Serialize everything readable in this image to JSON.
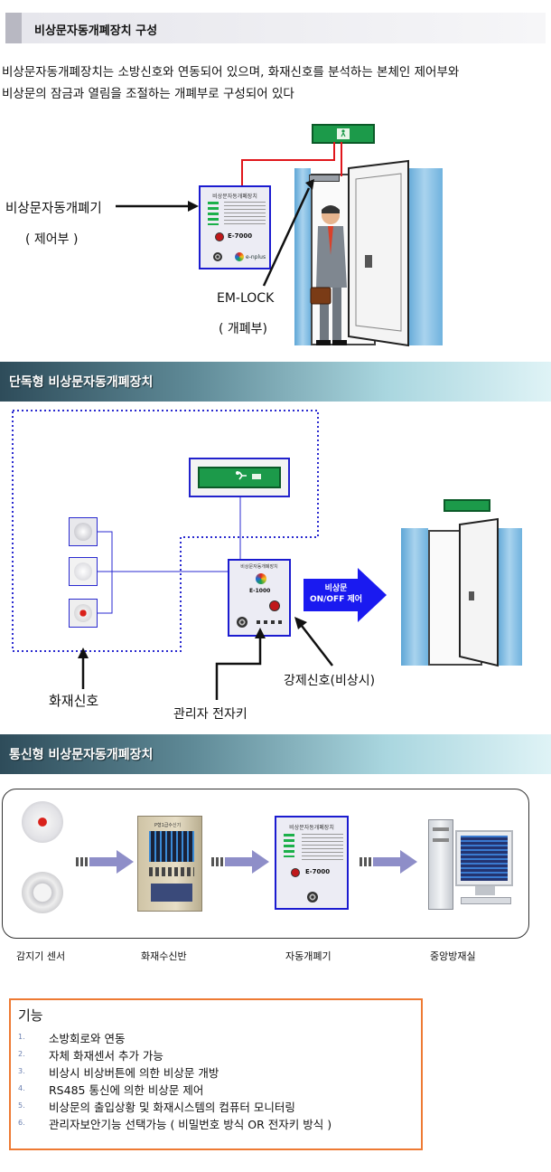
{
  "section1": {
    "title": "비상문자동개폐장치 구성",
    "intro_line1": "비상문자동개폐장치는  소방신호와 연동되어 있으며, 화재신호를 분석하는  본체인 제어부와",
    "intro_line2": "비상문의 잠금과 열림을 조절하는 개폐부로 구성되어 있다",
    "label_controller": "비상문자동개폐기",
    "label_controller_sub": "( 제어부 )",
    "label_emlock": "EM-LOCK",
    "label_emlock_sub": "( 개폐부)",
    "panel_title": "비상문자동개폐장치",
    "panel_model": "E-7000",
    "panel_brand": "e-nplus"
  },
  "section2": {
    "title": "단독형 비상문자동개폐장치",
    "panel_title": "비상문자동개폐장치",
    "panel_model": "E-1000",
    "arrow_text_line1": "비상문",
    "arrow_text_line2": "ON/OFF 제어",
    "label_fire_signal": "화재신호",
    "label_admin_key": "관리자 전자키",
    "label_force_signal": "강제신호(비상시)"
  },
  "section3": {
    "title": "통신형 비상문자동개폐장치",
    "receiver_title": "P형1급수신기",
    "panel_title": "비상문자동개폐장치",
    "panel_model": "E-7000",
    "label_sensor": "감지기 센서",
    "label_receiver": "화재수신반",
    "label_auto_door": "자동개폐기",
    "label_control_room": "중앙방재실"
  },
  "features": {
    "title": "기능",
    "items": [
      {
        "num": "1.",
        "text": "소방회로와  연동"
      },
      {
        "num": "2.",
        "text": "자체 화재센서 추가 가능"
      },
      {
        "num": "3.",
        "text": "비상시 비상버튼에 의한 비상문 개방"
      },
      {
        "num": "4.",
        "text": "RS485 통신에 의한 비상문 제어"
      },
      {
        "num": "5.",
        "text": "비상문의 출입상황 및 화재시스템의 컴퓨터 모니터링"
      },
      {
        "num": "6.",
        "text": "관리자보안기능 선택가능 ( 비밀번호 방식 OR 전자키 방식 )"
      }
    ]
  },
  "colors": {
    "panel_border": "#1b1bd0",
    "exit_green": "#1c9a4a",
    "arrow_blue": "#1a1af0",
    "wire_red": "#e0161b",
    "features_border": "#ee7a33",
    "dotted_border": "#2a2ad0"
  }
}
